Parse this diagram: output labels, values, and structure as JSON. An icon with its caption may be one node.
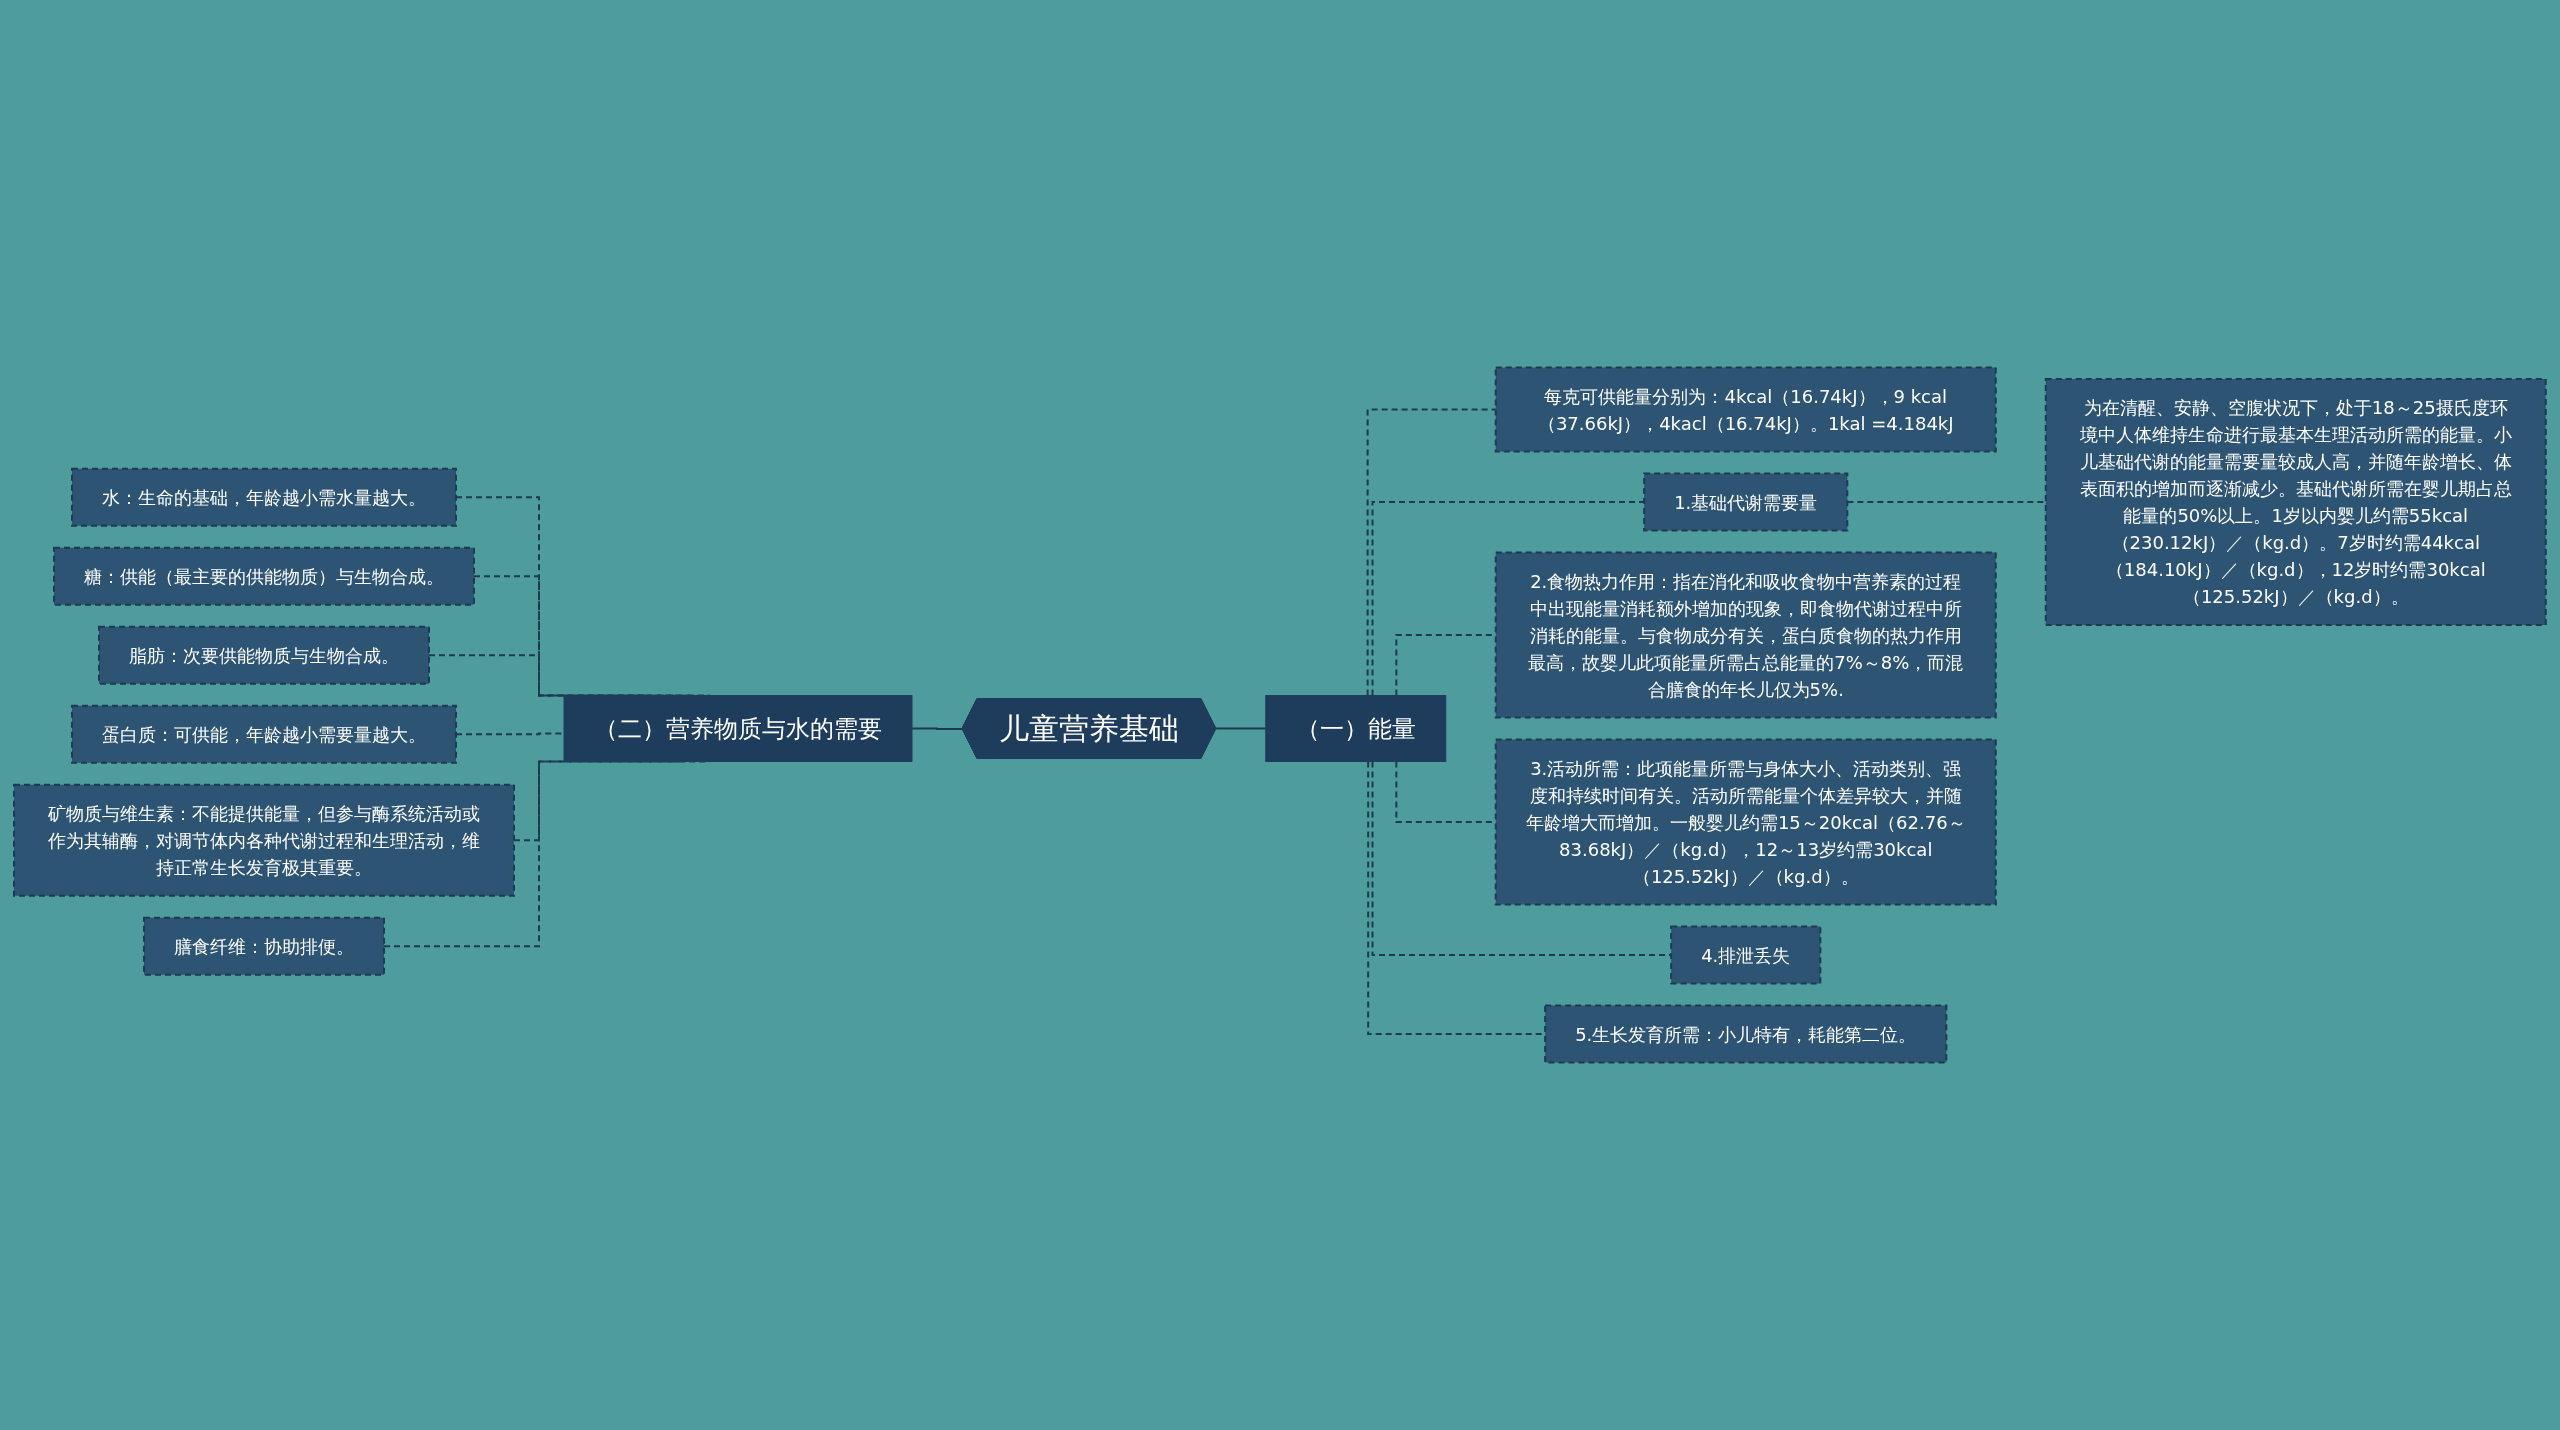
{
  "diagram": {
    "nodes": [
      {
        "text": [
          "儿童营养基础"
        ]
      },
      {
        "text": [
          "（一）能量"
        ]
      },
      {
        "text": [
          "每克可供能量分别为：4kcal（16.74kJ），9 kcal（37.66kJ），4kacl（16.74kJ）。1kal =4.184kJ"
        ]
      },
      {
        "text": [
          "1.基础代谢需要量"
        ]
      },
      {
        "text": [
          "为在清醒、安静、空腹状况下，处于18～25摄氏度环境中人体维持生命进行最基本生理活动所需的能量。小儿基础代谢的能量需要量较成人高，并随年龄增长、体表面积的增加而逐渐减少。基础代谢所需在婴儿期占总能量的50%以上。1岁以内婴儿约需55kcal（230.12kJ）／（kg.d）。7岁时约需44kcal（184.10kJ）／（kg.d），12岁时约需30kcal（125.52kJ）／（kg.d）。"
        ]
      },
      {
        "text": [
          "2.食物热力作用：指在消化和吸收食物中营养素的过程中出现能量消耗额外增加的现象，即食物代谢过程中所消耗的能量。与食物成分有关，蛋白质食物的热力作用最高，故婴儿此项能量所需占总能量的7%～8%，而混合膳食的年长儿仅为5%."
        ]
      },
      {
        "text": [
          "3.活动所需：此项能量所需与身体大小、活动类别、强度和持续时间有关。活动所需能量个体差异较大，并随年龄增大而增加。一般婴儿约需15～20kcal（62.76～83.68kJ）／（kg.d），12～13岁约需30kcal（125.52kJ）／（kg.d）。"
        ]
      },
      {
        "text": [
          "4.排泄丢失"
        ]
      },
      {
        "text": [
          "5.生长发育所需：小儿特有，耗能第二位。"
        ]
      },
      {
        "text": [
          "（二）营养物质与水的需要"
        ]
      },
      {
        "text": [
          "水：生命的基础，年龄越小需水量越大。"
        ]
      },
      {
        "text": [
          "糖：供能（最主要的供能物质）与生物合成。"
        ]
      },
      {
        "text": [
          "脂肪：次要供能物质与生物合成。"
        ]
      },
      {
        "text": [
          "蛋白质：可供能，年龄越小需要量越大。"
        ]
      },
      {
        "text": [
          "矿物质与维生素：不能提供能量，但参与酶系统活动或作为其辅酶，对调节体内各种代谢过程和生理活动，维持正常生长发育极其重要。"
        ]
      },
      {
        "text": [
          "膳食纤维：协助排便。"
        ]
      }
    ],
    "edges": [
      {
        "from": 0,
        "to": 1,
        "arrow": "none"
      },
      {
        "from": 1,
        "to": 2,
        "arrow": "none",
        "style": "dashed"
      },
      {
        "from": 1,
        "to": 3,
        "arrow": "none",
        "style": "dashed"
      },
      {
        "from": 3,
        "to": 4,
        "arrow": "none",
        "style": "dashed"
      },
      {
        "from": 1,
        "to": 5,
        "arrow": "none",
        "style": "dashed"
      },
      {
        "from": 1,
        "to": 6,
        "arrow": "none",
        "style": "dashed"
      },
      {
        "from": 1,
        "to": 7,
        "arrow": "none",
        "style": "dashed"
      },
      {
        "from": 1,
        "to": 8,
        "arrow": "none",
        "style": "dashed"
      },
      {
        "from": 9,
        "to": 0,
        "arrow": "none"
      },
      {
        "from": 10,
        "to": 9,
        "arrow": "none",
        "style": "dashed"
      },
      {
        "from": 11,
        "to": 9,
        "arrow": "none",
        "style": "dashed"
      },
      {
        "from": 12,
        "to": 9,
        "arrow": "none",
        "style": "dashed"
      },
      {
        "from": 13,
        "to": 9,
        "arrow": "none",
        "style": "dashed"
      },
      {
        "from": 14,
        "to": 9,
        "arrow": "none",
        "style": "dashed"
      },
      {
        "from": 15,
        "to": 9,
        "arrow": "none",
        "style": "dashed"
      }
    ]
  }
}
